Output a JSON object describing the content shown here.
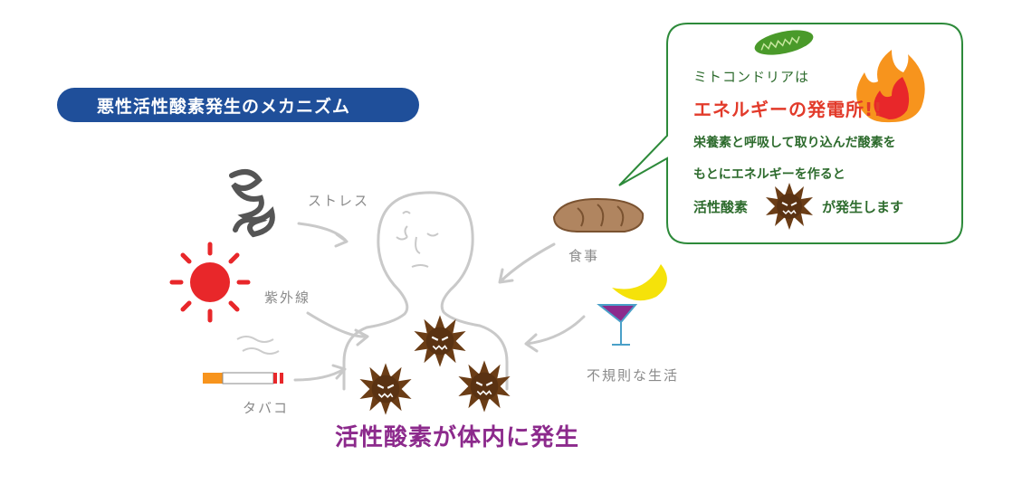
{
  "title": "悪性活性酸素発生のメカニズム",
  "causes": {
    "stress": "ストレス",
    "uv": "紫外線",
    "tobacco": "タバコ",
    "food": "食事",
    "irregular": "不規則な生活"
  },
  "result": "活性酸素が体内に発生",
  "bubble": {
    "line1": "ミトコンドリアは",
    "line2": "エネルギーの発電所!!",
    "line3": "栄養素と呼吸して取り込んだ酸素を",
    "line4": "もとにエネルギーを作ると",
    "line5_a": "活性酸素",
    "line5_b": "が発生します"
  },
  "colors": {
    "title_bg": "#1f4f9a",
    "result_text": "#8c2a8c",
    "bubble_border": "#2d8a3a",
    "bubble_text": "#2d6b2d",
    "highlight_red": "#e23a2a",
    "radical_brown": "#6b3d16"
  }
}
